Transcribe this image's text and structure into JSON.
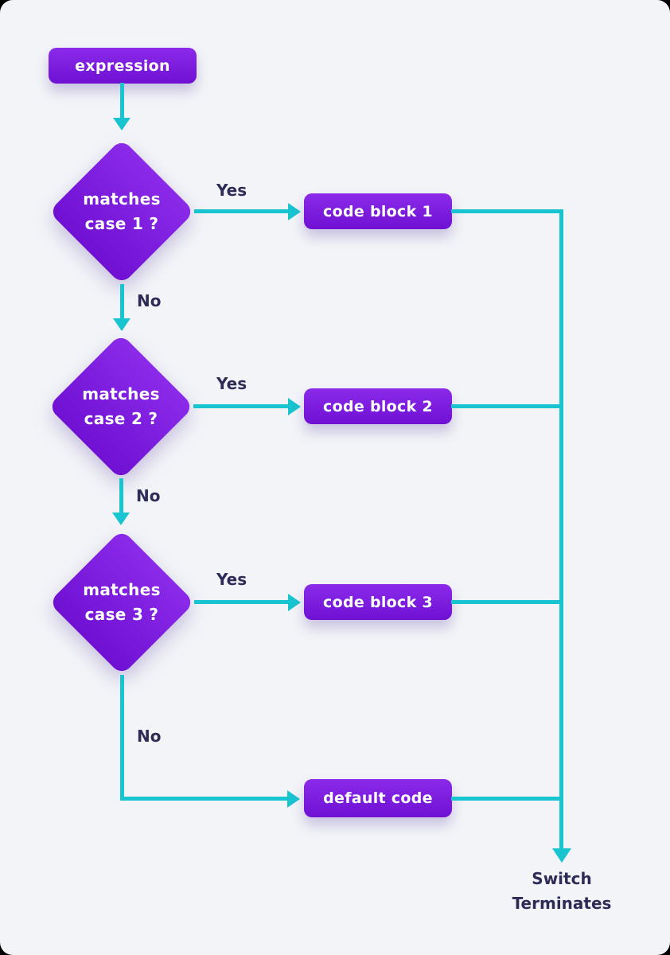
{
  "colors": {
    "background": "#f3f4f8",
    "frame": "#000000",
    "grad_start": "#8b2ae9",
    "grad_end": "#6f10d3",
    "connector": "#18c4cf",
    "label_text": "#2e2b56",
    "node_text": "#ffffff"
  },
  "flow": {
    "start_label": "expression",
    "decisions": [
      {
        "line1": "matches",
        "line2": "case 1 ?",
        "yes": "Yes",
        "no": "No",
        "block": "code block 1"
      },
      {
        "line1": "matches",
        "line2": "case 2 ?",
        "yes": "Yes",
        "no": "No",
        "block": "code block 2"
      },
      {
        "line1": "matches",
        "line2": "case 3 ?",
        "yes": "Yes",
        "no": "No",
        "block": "code block 3"
      }
    ],
    "default_label": "default code",
    "terminal_line1": "Switch",
    "terminal_line2": "Terminates"
  }
}
